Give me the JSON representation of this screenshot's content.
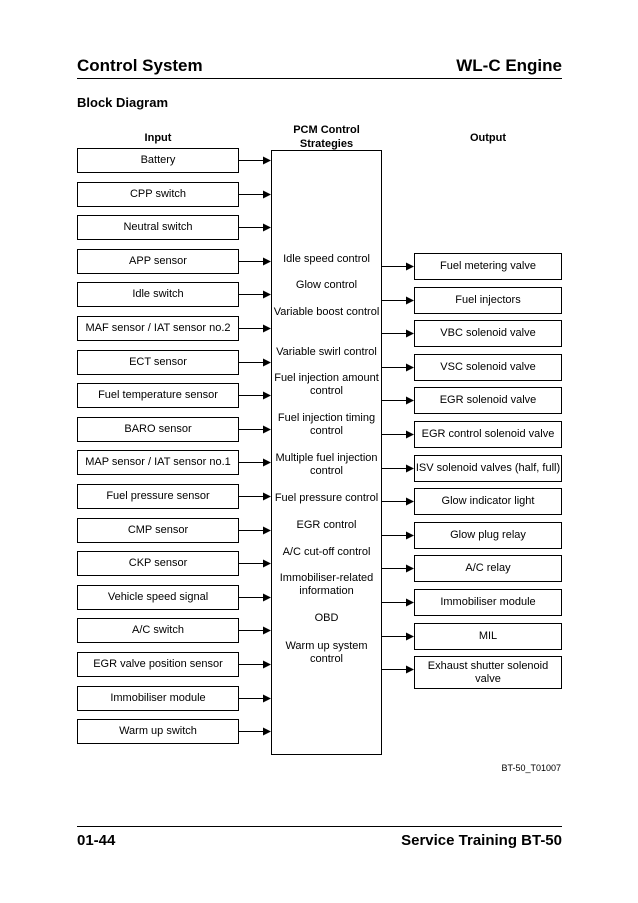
{
  "header": {
    "left": "Control System",
    "right": "WL-C Engine"
  },
  "section_title": "Block Diagram",
  "columns": {
    "input": "Input",
    "pcm": "PCM Control Strategies",
    "output": "Output"
  },
  "inputs": [
    "Battery",
    "CPP switch",
    "Neutral switch",
    "APP sensor",
    "Idle switch",
    "MAF sensor / IAT sensor no.2",
    "ECT sensor",
    "Fuel temperature sensor",
    "BARO sensor",
    "MAP sensor / IAT sensor no.1",
    "Fuel pressure sensor",
    "CMP sensor",
    "CKP sensor",
    "Vehicle speed signal",
    "A/C switch",
    "EGR valve position sensor",
    "Immobiliser module",
    "Warm up switch"
  ],
  "strategies": [
    "Idle speed control",
    "Glow control",
    "Variable boost control",
    "Variable swirl control",
    "Fuel injection amount control",
    "Fuel injection timing control",
    "Multiple fuel injection control",
    "Fuel pressure control",
    "EGR control",
    "A/C cut-off control",
    "Immobiliser-related information",
    "OBD",
    "Warm up system control"
  ],
  "outputs": [
    "Fuel metering valve",
    "Fuel injectors",
    "VBC solenoid valve",
    "VSC solenoid valve",
    "EGR solenoid valve",
    "EGR control solenoid valve",
    "ISV solenoid valves (half, full)",
    "Glow indicator light",
    "Glow plug relay",
    "A/C relay",
    "Immobiliser module",
    "MIL",
    "Exhaust shutter solenoid valve"
  ],
  "figure_ref": "BT-50_T01007",
  "footer": {
    "left": "01-44",
    "right": "Service Training BT-50"
  }
}
